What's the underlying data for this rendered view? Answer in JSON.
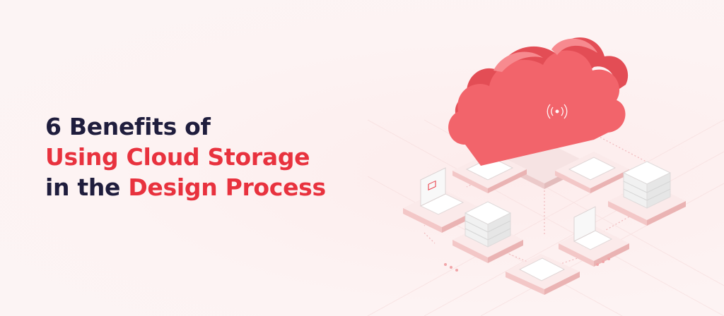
{
  "headline": {
    "line1": "6 Benefits of",
    "line2": "Using Cloud Storage",
    "line3_prefix": "in the ",
    "line3_accent": "Design Process"
  },
  "colors": {
    "background": "#fdf1f1",
    "text_dark": "#1f1d3d",
    "accent_red": "#e8323e",
    "cloud": "#f2646b",
    "cloud_side": "#e34d55"
  },
  "icons": [
    "cloud-icon",
    "signal-icon",
    "laptop-icon",
    "server-icon",
    "tablet-icon"
  ]
}
